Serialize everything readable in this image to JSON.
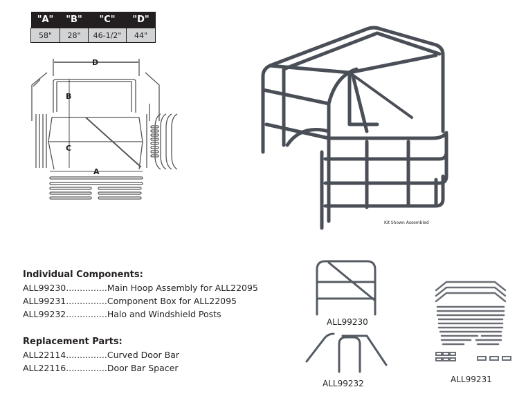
{
  "dimensions_table": {
    "headers": [
      "\"A\"",
      "\"B\"",
      "\"C\"",
      "\"D\""
    ],
    "values": [
      "58\"",
      "28\"",
      "46-1/2\"",
      "44\""
    ]
  },
  "diagram_labels": {
    "a": "A",
    "b": "B",
    "c": "C",
    "d": "D"
  },
  "photo_caption": "Kit Shown Assembled",
  "individual_components": {
    "heading": "Individual Components:",
    "items": [
      "ALL99230...............Main Hoop Assembly for ALL22095",
      "ALL99231...............Component Box for ALL22095",
      "ALL99232...............Halo and Windshield Posts"
    ]
  },
  "replacement_parts": {
    "heading": "Replacement Parts:",
    "items": [
      "ALL22114...............Curved Door Bar",
      "ALL22116...............Door Bar Spacer"
    ]
  },
  "product_labels": {
    "main_hoop": "ALL99230",
    "halo": "ALL99232",
    "component_box": "ALL99231"
  }
}
